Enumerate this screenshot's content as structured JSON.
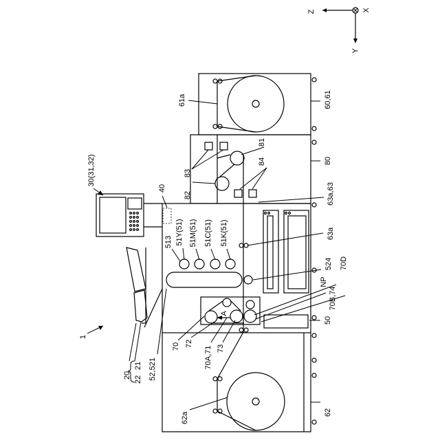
{
  "axes": {
    "z": "Z",
    "x": "X",
    "y": "Y"
  },
  "labels": {
    "apparatus": "1",
    "group_20": "20",
    "part_21": "21",
    "part_22": "22",
    "label_52_521": "52,521",
    "label_30": "30(31,32)",
    "label_40": "40",
    "label_513": "513",
    "label_51y": "51Y(51)",
    "label_51m": "51M(51)",
    "label_51c": "51C(51)",
    "label_51k": "51K(51)",
    "label_70": "70",
    "label_72": "72",
    "label_70a": "70A,71",
    "label_73": "73",
    "label_arrow_a": "A",
    "label_62a": "62a",
    "label_62": "62",
    "label_50": "50",
    "label_70b": "70B,74",
    "label_np": "NP",
    "label_70d": "70D",
    "label_524": "524",
    "label_63a_lower": "63a",
    "label_63a_63": "63a,63",
    "label_80": "80",
    "label_81": "81",
    "label_82": "82",
    "label_83": "83",
    "label_84": "84",
    "label_61a": "61a",
    "label_60_61": "60,61"
  }
}
